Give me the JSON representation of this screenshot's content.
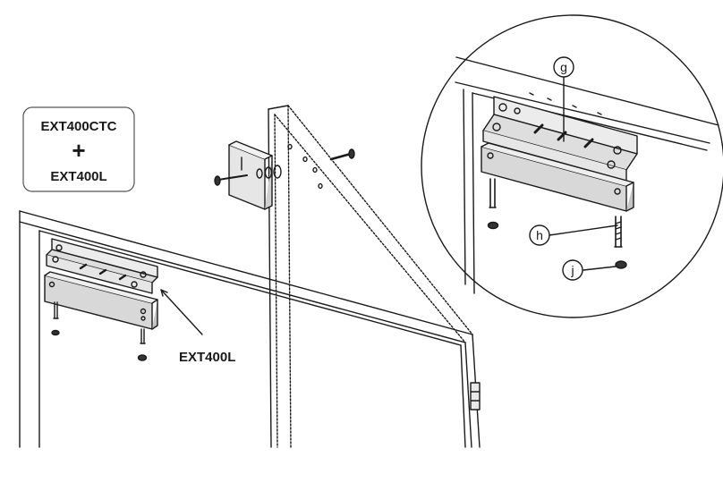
{
  "product_box": {
    "line1": "EXT400CTC",
    "plus": "+",
    "line2": "EXT400L"
  },
  "callout_main": "EXT400L",
  "callouts": {
    "g": "g",
    "h": "h",
    "j": "j"
  },
  "colors": {
    "line": "#1a1a1a",
    "bracket_fill": "#e6e6e6",
    "magnet_fill": "#d6d6d6",
    "box_stroke": "#555555"
  }
}
